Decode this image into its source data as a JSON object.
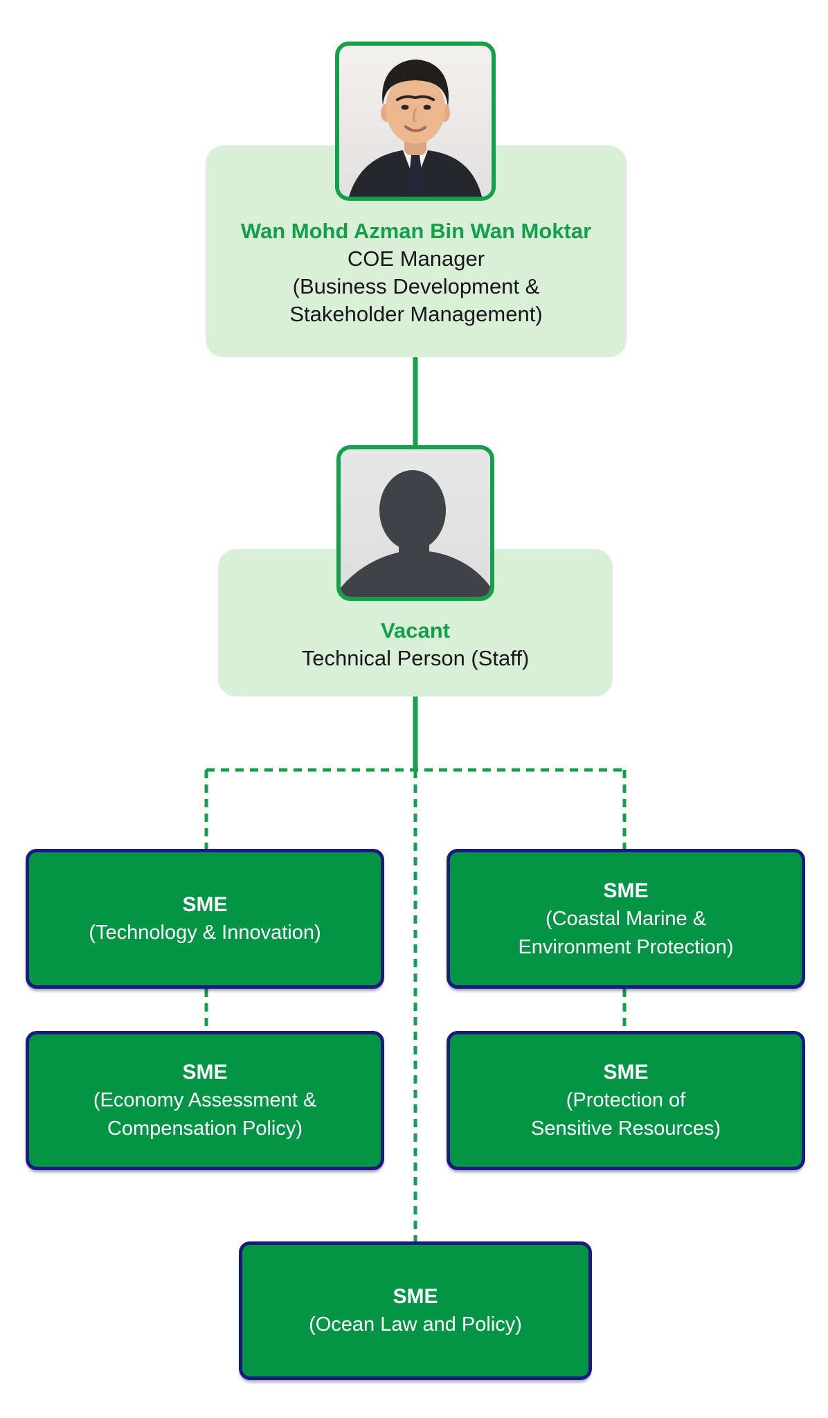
{
  "palette": {
    "accent_green": "#14a04a",
    "box_green": "#049445",
    "navy_border": "#1a1a80",
    "card_bg": "#d9efd8",
    "ink": "#171717",
    "box_text": "#ffffff"
  },
  "chart": {
    "manager": {
      "name": "Wan Mohd Azman Bin Wan Moktar",
      "title": "COE Manager",
      "dept_line1": "(Business Development &",
      "dept_line2": "Stakeholder Management)"
    },
    "staff": {
      "name": "Vacant",
      "title": "Technical Person (Staff)"
    },
    "sme": [
      {
        "lines": [
          "SME",
          "(Technology & Innovation)"
        ]
      },
      {
        "lines": [
          "SME",
          "(Coastal Marine &",
          "Environment Protection)"
        ]
      },
      {
        "lines": [
          "SME",
          "(Economy Assessment &",
          "Compensation Policy)"
        ]
      },
      {
        "lines": [
          "SME",
          "(Protection of",
          "Sensitive Resources)"
        ]
      },
      {
        "lines": [
          "SME",
          "(Ocean Law and Policy)"
        ]
      }
    ],
    "icons": {
      "manager_photo": "portrait-man-photo",
      "staff_photo": "person-placeholder-silhouette"
    }
  }
}
